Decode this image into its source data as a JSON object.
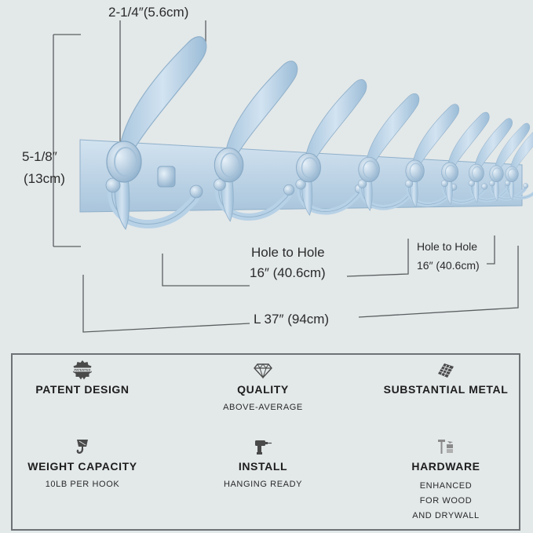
{
  "dimensions": {
    "hook_width": "2-1/4″(5.6cm)",
    "height_in": "5-1/8″",
    "height_cm": "(13cm)",
    "hole_main_label": "Hole to Hole",
    "hole_main_value": "16″ (40.6cm)",
    "hole_small_label": "Hole to Hole",
    "hole_small_value": "16″ (40.6cm)",
    "length": "L 37″ (94cm)"
  },
  "product": {
    "hook_count": 9,
    "color": "#b7d1e6"
  },
  "features": [
    {
      "icon": "patent-badge-icon",
      "title": "PATENT DESIGN",
      "subtitle": "",
      "badge_text": "PATENTED"
    },
    {
      "icon": "diamond-icon",
      "title": "QUALITY",
      "subtitle": "ABOVE-AVERAGE"
    },
    {
      "icon": "metal-mesh-icon",
      "title": "SUBSTANTIAL METAL",
      "subtitle": ""
    },
    {
      "icon": "weight-hook-icon",
      "title": "WEIGHT CAPACITY",
      "subtitle": "10LB PER HOOK"
    },
    {
      "icon": "drill-icon",
      "title": "INSTALL",
      "subtitle": "HANGING READY"
    },
    {
      "icon": "screws-icon",
      "title": "HARDWARE",
      "subtitle_lines": [
        "ENHANCED",
        "FOR WOOD",
        "AND DRYWALL"
      ]
    }
  ],
  "colors": {
    "background": "#e3e8e9",
    "hook_blue": "#b7d1e6",
    "hook_shadow": "#8fb0ca",
    "line": "#5a5e60",
    "icon": "#4a4a4a"
  }
}
